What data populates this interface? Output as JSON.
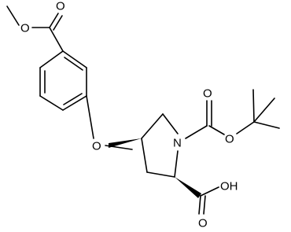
{
  "atoms": {
    "o_ester_methyl": "O",
    "o_ester_carbonyl": "O",
    "o_ether": "O",
    "n_ring": "N",
    "o_boc_carbonyl": "O",
    "o_boc_ether": "O",
    "o_acid_carbonyl": "O",
    "oh_acid": "OH"
  },
  "colors": {
    "ink": "#000000",
    "background": "#ffffff"
  }
}
